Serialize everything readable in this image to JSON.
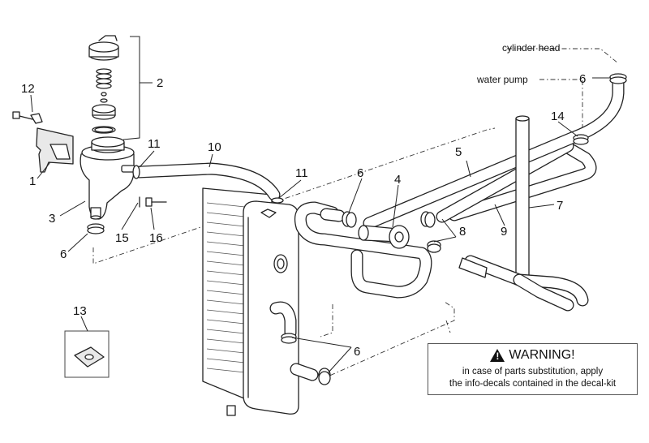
{
  "diagram": {
    "title": "Cooling system exploded view",
    "callouts": [
      {
        "id": "c1",
        "label": "1"
      },
      {
        "id": "c2",
        "label": "2"
      },
      {
        "id": "c3",
        "label": "3"
      },
      {
        "id": "c4",
        "label": "4"
      },
      {
        "id": "c5",
        "label": "5"
      },
      {
        "id": "c6a",
        "label": "6"
      },
      {
        "id": "c6b",
        "label": "6"
      },
      {
        "id": "c6c",
        "label": "6"
      },
      {
        "id": "c6d",
        "label": "6"
      },
      {
        "id": "c7",
        "label": "7"
      },
      {
        "id": "c8",
        "label": "8"
      },
      {
        "id": "c9",
        "label": "9"
      },
      {
        "id": "c10",
        "label": "10"
      },
      {
        "id": "c11a",
        "label": "11"
      },
      {
        "id": "c11b",
        "label": "11"
      },
      {
        "id": "c12",
        "label": "12"
      },
      {
        "id": "c13",
        "label": "13"
      },
      {
        "id": "c14",
        "label": "14"
      },
      {
        "id": "c15",
        "label": "15"
      },
      {
        "id": "c16",
        "label": "16"
      }
    ],
    "annotations": {
      "cylinder_head": "cylinder head",
      "water_pump": "water pump"
    },
    "parts": [
      {
        "name": "expansion-tank",
        "callout": "3"
      },
      {
        "name": "tank-cap-assembly",
        "callout": "2"
      },
      {
        "name": "tank-bracket",
        "callout": "1"
      },
      {
        "name": "bracket-screw",
        "callout": "12"
      },
      {
        "name": "hose-clip",
        "callout": "11"
      },
      {
        "name": "overflow-hose",
        "callout": "10"
      },
      {
        "name": "thermostat",
        "callout": "4"
      },
      {
        "name": "water-pump-hose",
        "callout": "5"
      },
      {
        "name": "hose-clamp",
        "callout": "6"
      },
      {
        "name": "vertical-pipe",
        "callout": "7"
      },
      {
        "name": "clamp-pair",
        "callout": "8"
      },
      {
        "name": "bypass-pipe",
        "callout": "9"
      },
      {
        "name": "small-clamp",
        "callout": "14"
      },
      {
        "name": "washer",
        "callout": "15"
      },
      {
        "name": "tank-screw",
        "callout": "16"
      },
      {
        "name": "spring-nut",
        "callout": "13"
      },
      {
        "name": "radiator",
        "callout": ""
      }
    ],
    "warning": {
      "icon": "warning-triangle-icon",
      "title": "WARNING!",
      "line1": "in case of parts substitution, apply",
      "line2": "the info-decals contained in the decal-kit"
    }
  }
}
